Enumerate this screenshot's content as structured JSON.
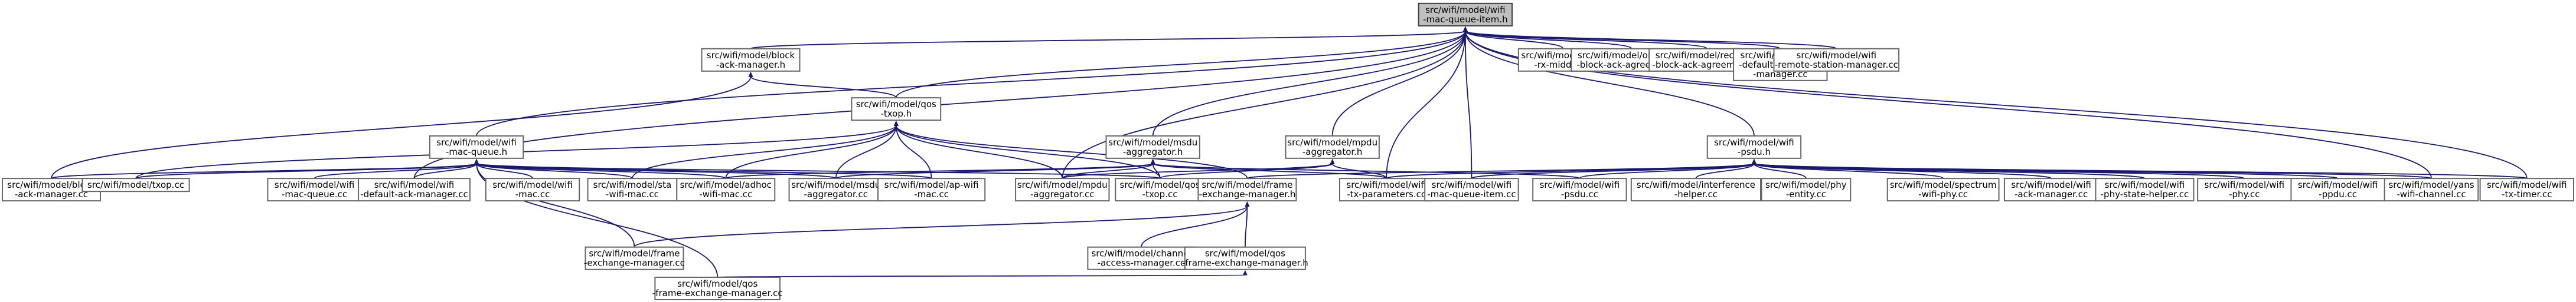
{
  "graph": {
    "edge_color": "#191970",
    "root_fill": "#bfbfbf",
    "node_fill": "#ffffff",
    "nodes": [
      {
        "id": "root",
        "label": [
          "src/wifi/model/wifi",
          "-mac-queue-item.h"
        ],
        "root": true
      },
      {
        "id": "bamh",
        "label": [
          "src/wifi/model/block",
          "-ack-manager.h"
        ]
      },
      {
        "id": "macrx",
        "label": [
          "src/wifi/model/mac",
          "-rx-middle.cc"
        ]
      },
      {
        "id": "orig",
        "label": [
          "src/wifi/model/originator",
          "-block-ack-agreement.cc"
        ]
      },
      {
        "id": "recip",
        "label": [
          "src/wifi/model/recipient",
          "-block-ack-agreement.cc"
        ]
      },
      {
        "id": "defprot",
        "label": [
          "src/wifi/model/wifi",
          "-default-protection",
          "-manager.cc"
        ]
      },
      {
        "id": "remote",
        "label": [
          "src/wifi/model/wifi",
          "-remote-station-manager.cc"
        ]
      },
      {
        "id": "wmq",
        "label": [
          "src/wifi/model/wifi",
          "-mac-queue.h"
        ]
      },
      {
        "id": "qtxoph",
        "label": [
          "src/wifi/model/qos",
          "-txop.h"
        ]
      },
      {
        "id": "msduh",
        "label": [
          "src/wifi/model/msdu",
          "-aggregator.h"
        ]
      },
      {
        "id": "mpduh",
        "label": [
          "src/wifi/model/mpdu",
          "-aggregator.h"
        ]
      },
      {
        "id": "psduh",
        "label": [
          "src/wifi/model/wifi",
          "-psdu.h"
        ]
      },
      {
        "id": "bamcc",
        "label": [
          "src/wifi/model/block",
          "-ack-manager.cc"
        ]
      },
      {
        "id": "txopcc",
        "label": [
          "src/wifi/model/txop.cc"
        ]
      },
      {
        "id": "wmqcc",
        "label": [
          "src/wifi/model/wifi",
          "-mac-queue.cc"
        ]
      },
      {
        "id": "defack",
        "label": [
          "src/wifi/model/wifi",
          "-default-ack-manager.cc"
        ]
      },
      {
        "id": "wmaccc",
        "label": [
          "src/wifi/model/wifi",
          "-mac.cc"
        ]
      },
      {
        "id": "sta",
        "label": [
          "src/wifi/model/sta",
          "-wifi-mac.cc"
        ]
      },
      {
        "id": "adhoc",
        "label": [
          "src/wifi/model/adhoc",
          "-wifi-mac.cc"
        ]
      },
      {
        "id": "msducc",
        "label": [
          "src/wifi/model/msdu",
          "-aggregator.cc"
        ]
      },
      {
        "id": "apcc",
        "label": [
          "src/wifi/model/ap-wifi",
          "-mac.cc"
        ]
      },
      {
        "id": "mpducc",
        "label": [
          "src/wifi/model/mpdu",
          "-aggregator.cc"
        ]
      },
      {
        "id": "qtxopcc",
        "label": [
          "src/wifi/model/qos",
          "-txop.cc"
        ]
      },
      {
        "id": "femh",
        "label": [
          "src/wifi/model/frame",
          "-exchange-manager.h"
        ]
      },
      {
        "id": "txpar",
        "label": [
          "src/wifi/model/wifi",
          "-tx-parameters.cc"
        ]
      },
      {
        "id": "mqicc",
        "label": [
          "src/wifi/model/wifi",
          "-mac-queue-item.cc"
        ]
      },
      {
        "id": "psducc",
        "label": [
          "src/wifi/model/wifi",
          "-psdu.cc"
        ]
      },
      {
        "id": "interf",
        "label": [
          "src/wifi/model/interference",
          "-helper.cc"
        ]
      },
      {
        "id": "phyent",
        "label": [
          "src/wifi/model/phy",
          "-entity.cc"
        ]
      },
      {
        "id": "spec",
        "label": [
          "src/wifi/model/spectrum",
          "-wifi-phy.cc"
        ]
      },
      {
        "id": "wackm",
        "label": [
          "src/wifi/model/wifi",
          "-ack-manager.cc"
        ]
      },
      {
        "id": "phystate",
        "label": [
          "src/wifi/model/wifi",
          "-phy-state-helper.cc"
        ]
      },
      {
        "id": "phycc",
        "label": [
          "src/wifi/model/wifi",
          "-phy.cc"
        ]
      },
      {
        "id": "ppdu",
        "label": [
          "src/wifi/model/wifi",
          "-ppdu.cc"
        ]
      },
      {
        "id": "yans",
        "label": [
          "src/wifi/model/yans",
          "-wifi-channel.cc"
        ]
      },
      {
        "id": "txtimer",
        "label": [
          "src/wifi/model/wifi",
          "-tx-timer.cc"
        ]
      },
      {
        "id": "femcc",
        "label": [
          "src/wifi/model/frame",
          "-exchange-manager.cc"
        ]
      },
      {
        "id": "chacc",
        "label": [
          "src/wifi/model/channel",
          "-access-manager.cc"
        ]
      },
      {
        "id": "qfemh",
        "label": [
          "src/wifi/model/qos",
          "-frame-exchange-manager.h"
        ]
      },
      {
        "id": "qfemcc",
        "label": [
          "src/wifi/model/qos",
          "-frame-exchange-manager.cc"
        ]
      }
    ]
  }
}
